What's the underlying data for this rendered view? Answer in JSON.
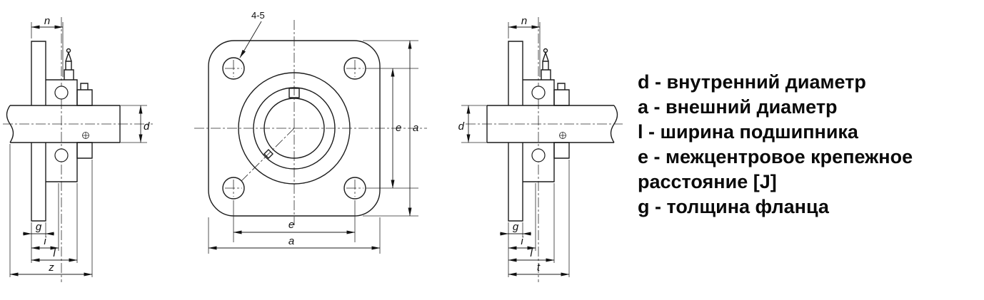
{
  "legend": {
    "lines": [
      "d - внутренний диаметр",
      "a - внешний диаметр",
      "l - ширина подшипника",
      "e - межцентровое крепежное",
      "расстояние [J]",
      "g - толщина фланца"
    ]
  },
  "diagram": {
    "left": {
      "n": "n",
      "d": "d",
      "g": "g",
      "i": "i",
      "l": "l",
      "z": "z"
    },
    "front": {
      "callout": "4-5",
      "e_side": "e",
      "a_side": "a",
      "e_bottom": "e",
      "a_bottom": "a"
    },
    "right": {
      "n": "n",
      "d": "d",
      "g": "g",
      "i": "i",
      "l": "l",
      "t": "t"
    }
  }
}
